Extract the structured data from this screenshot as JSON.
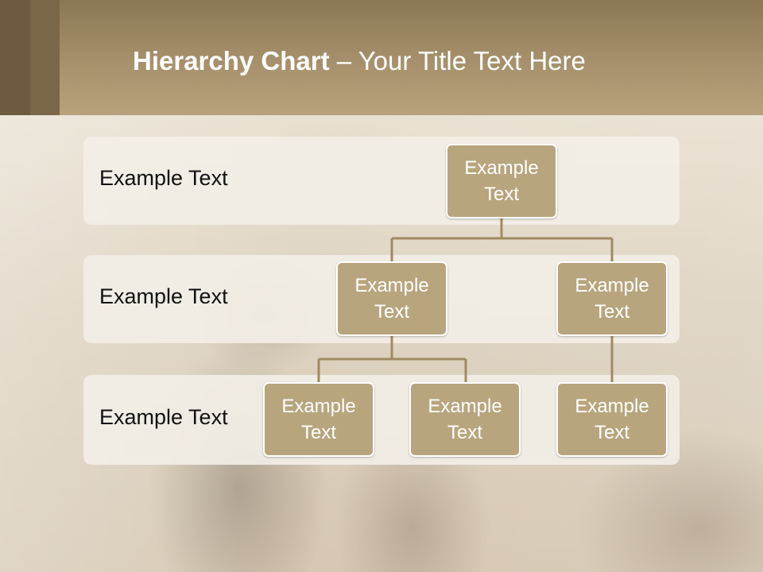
{
  "slide": {
    "title_bold": "Hierarchy Chart",
    "title_separator": " – ",
    "title_rest": "Your Title Text Here"
  },
  "rows": [
    {
      "label": "Example Text"
    },
    {
      "label": "Example Text"
    },
    {
      "label": "Example Text"
    }
  ],
  "nodes": [
    {
      "line1": "Example",
      "line2": "Text"
    },
    {
      "line1": "Example",
      "line2": "Text"
    },
    {
      "line1": "Example",
      "line2": "Text"
    },
    {
      "line1": "Example",
      "line2": "Text"
    },
    {
      "line1": "Example",
      "line2": "Text"
    },
    {
      "line1": "Example",
      "line2": "Text"
    }
  ],
  "colors": {
    "header": "#a7916c",
    "node_fill": "#b8a57d",
    "connector": "#a08a63",
    "band": "#f2eee6"
  }
}
